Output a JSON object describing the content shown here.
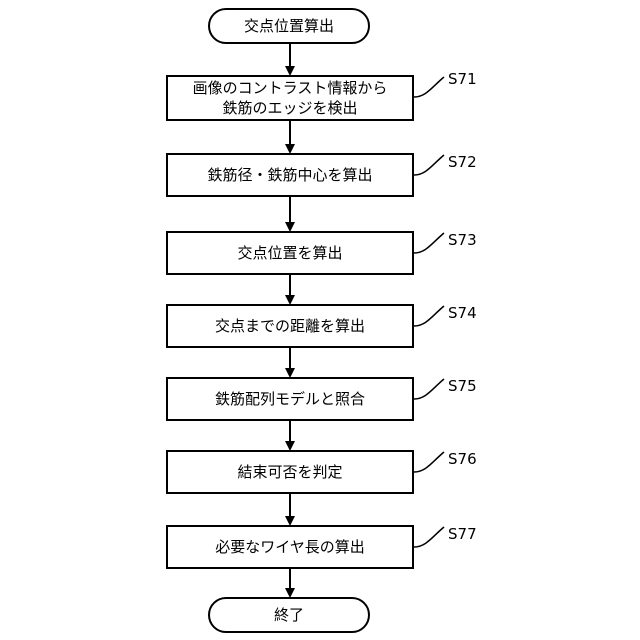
{
  "start": {
    "label": "交点位置算出"
  },
  "end": {
    "label": "終了"
  },
  "steps": [
    {
      "id": "S71",
      "label": "画像のコントラスト情報から\n鉄筋のエッジを検出"
    },
    {
      "id": "S72",
      "label": "鉄筋径・鉄筋中心を算出"
    },
    {
      "id": "S73",
      "label": "交点位置を算出"
    },
    {
      "id": "S74",
      "label": "交点までの距離を算出"
    },
    {
      "id": "S75",
      "label": "鉄筋配列モデルと照合"
    },
    {
      "id": "S76",
      "label": "結束可否を判定"
    },
    {
      "id": "S77",
      "label": "必要なワイヤ長の算出"
    }
  ]
}
